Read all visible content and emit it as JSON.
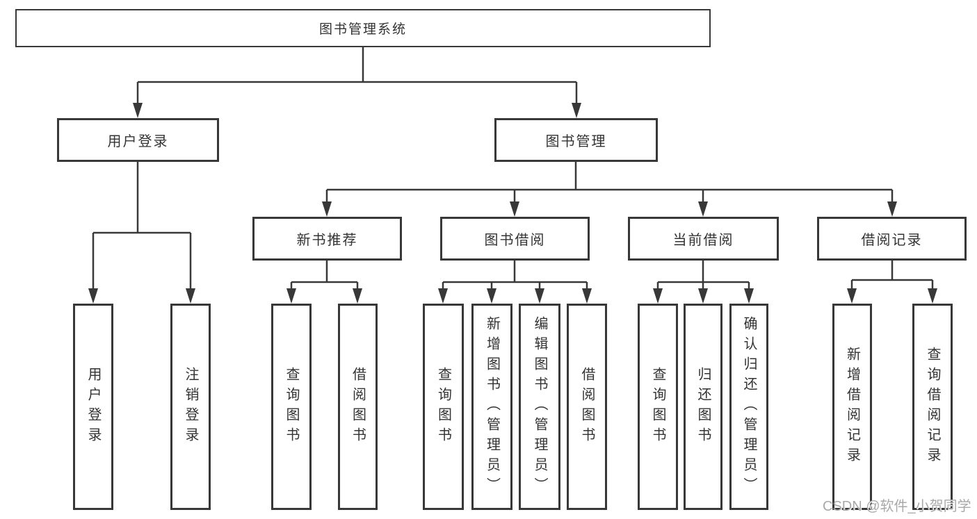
{
  "diagram": {
    "root": {
      "label": "图书管理系统"
    },
    "branches": [
      {
        "label": "用户登录",
        "children": [
          {
            "label": "用户登录"
          },
          {
            "label": "注销登录"
          }
        ]
      },
      {
        "label": "图书管理",
        "children": [
          {
            "label": "新书推荐",
            "children": [
              {
                "label": "查询图书"
              },
              {
                "label": "借阅图书"
              }
            ]
          },
          {
            "label": "图书借阅",
            "children": [
              {
                "label": "查询图书"
              },
              {
                "label": "新增图书（管理员）"
              },
              {
                "label": "编辑图书（管理员）"
              },
              {
                "label": "借阅图书"
              }
            ]
          },
          {
            "label": "当前借阅",
            "children": [
              {
                "label": "查询图书"
              },
              {
                "label": "归还图书"
              },
              {
                "label": "确认归还（管理员）"
              }
            ]
          },
          {
            "label": "借阅记录",
            "children": [
              {
                "label": "新增借阅记录"
              },
              {
                "label": "查询借阅记录"
              }
            ]
          }
        ]
      }
    ]
  },
  "watermark": {
    "text": "CSDN @软件_小贺同学"
  },
  "colors": {
    "line": "#383838",
    "text": "#333333",
    "box_background": "#ffffff",
    "watermark": "#a9a9a9",
    "background": "#ffffff"
  }
}
